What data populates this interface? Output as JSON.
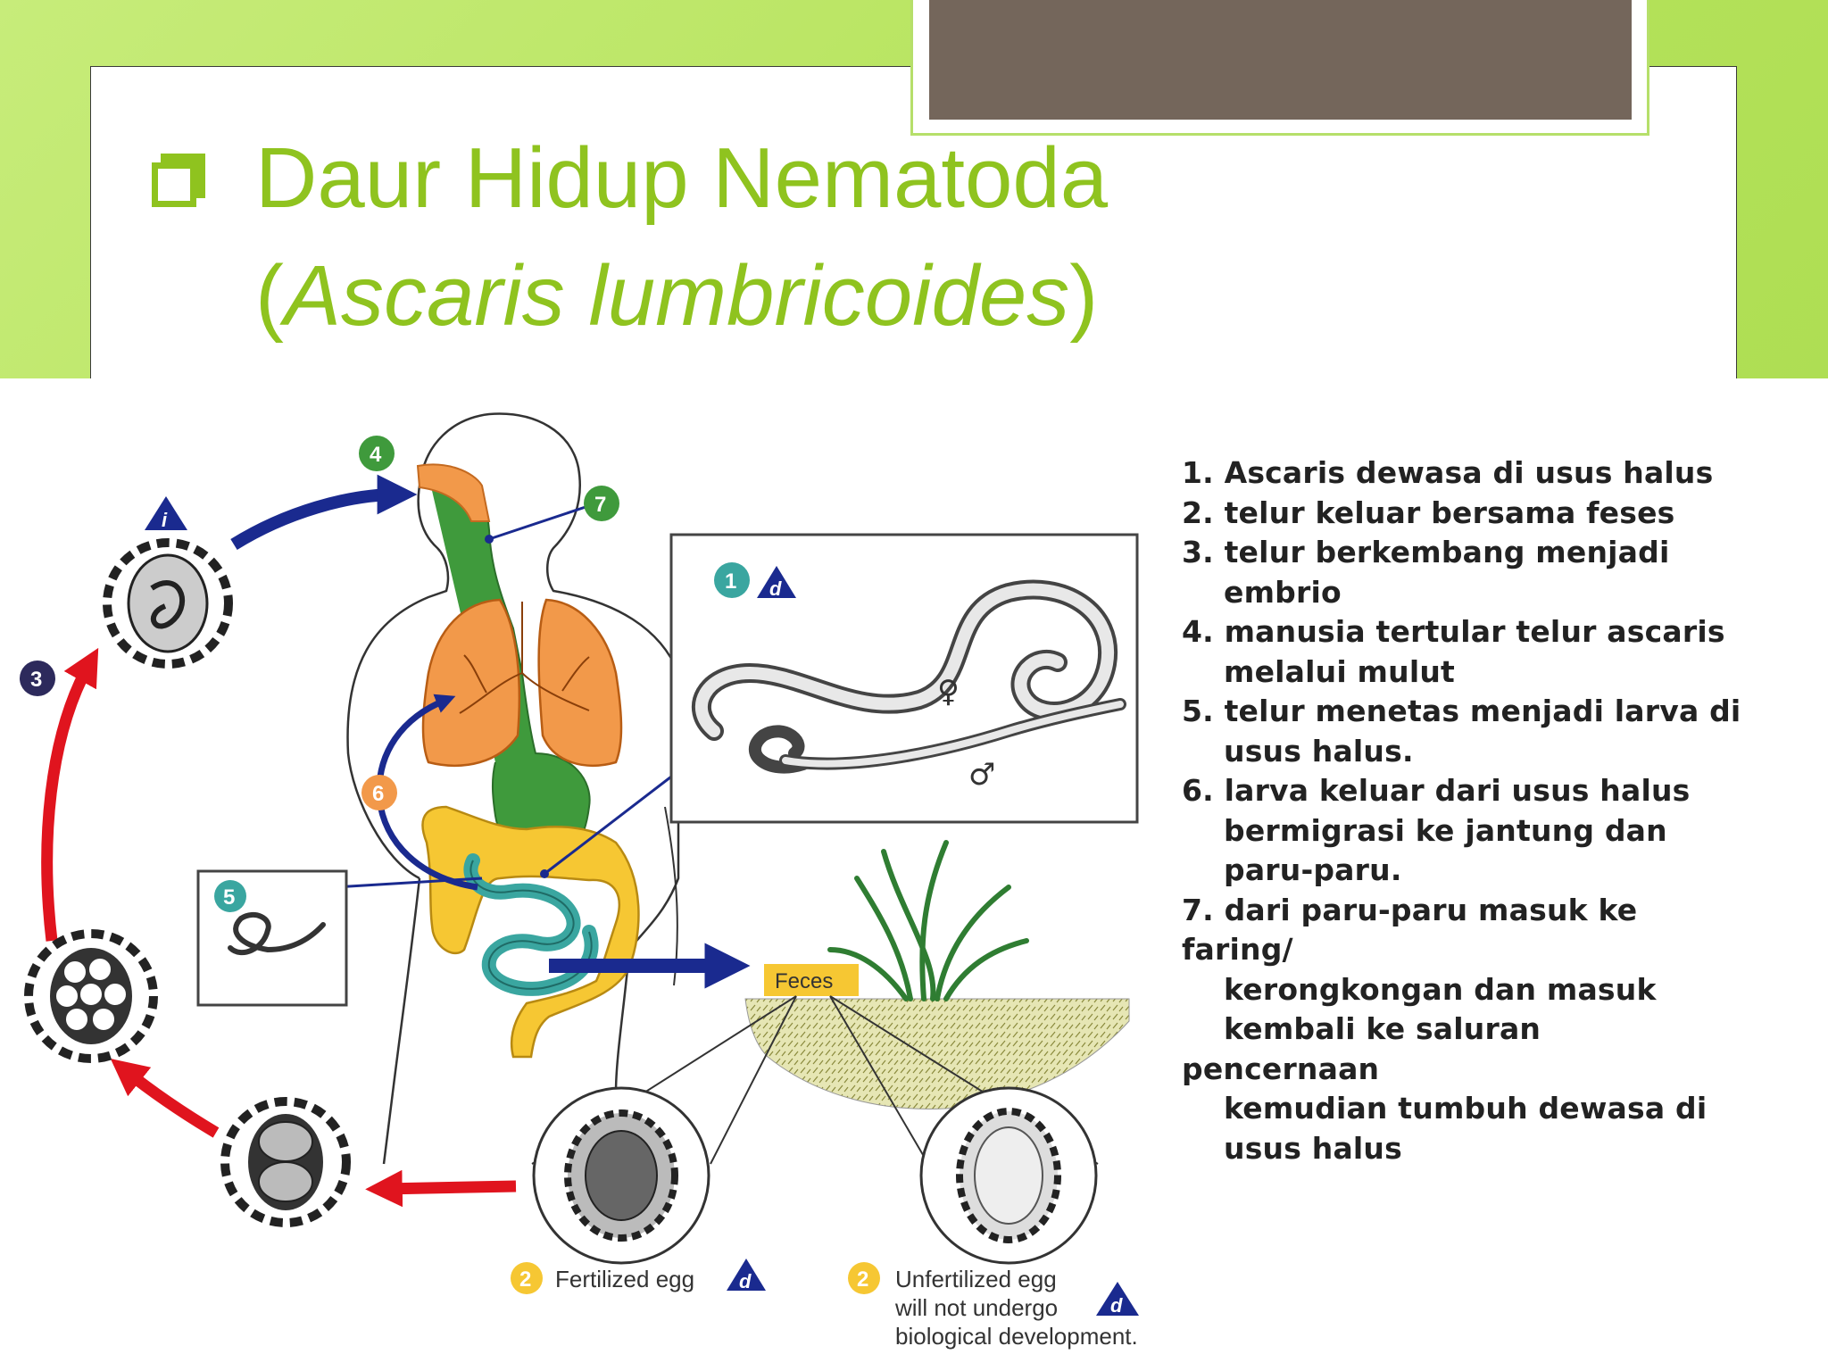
{
  "slide": {
    "title_line1": "Daur Hidup Nematoda",
    "title_line2_open": "(",
    "title_line2_italic": "Ascaris lumbricoides",
    "title_line2_close": ")"
  },
  "diagram": {
    "badges": {
      "b1": "1",
      "b2a": "2",
      "b2b": "2",
      "b3": "3",
      "b4": "4",
      "b5": "5",
      "b6": "6",
      "b7": "7",
      "t_i": "i",
      "t_d1": "d",
      "t_d2": "d",
      "t_d3": "d"
    },
    "symbols": {
      "female": "♀",
      "male": "♂"
    },
    "labels": {
      "feces": "Feces",
      "fertilized_egg": "Fertilized egg",
      "unfertilized_line1": "Unfertilized egg",
      "unfertilized_line2": "will not undergo",
      "unfertilized_line3": "biological development."
    }
  },
  "steps": [
    "1. Ascaris dewasa di usus halus",
    "2. telur keluar bersama feses",
    "3. telur berkembang menjadi",
    "embrio",
    "4. manusia tertular telur ascaris",
    "melalui mulut",
    "5. telur menetas menjadi larva di",
    "usus halus.",
    "6. larva keluar dari usus halus",
    "bermigrasi ke jantung dan",
    "paru-paru.",
    "7. dari paru-paru masuk ke",
    "faring/",
    "kerongkongan dan masuk",
    "kembali ke saluran",
    "pencernaan",
    "kemudian tumbuh dewasa di",
    "usus halus"
  ],
  "colors": {
    "accent_green": "#8fc31f",
    "background_green": "#b6e35c",
    "title_plate": "#74665b",
    "arrow_blue": "#1a2a8f",
    "arrow_red": "#e0141e",
    "lung_orange": "#f2994a",
    "intestine_yellow": "#f6c733",
    "intestine_teal": "#3aa6a0",
    "digestive_green": "#3f9a3c"
  }
}
